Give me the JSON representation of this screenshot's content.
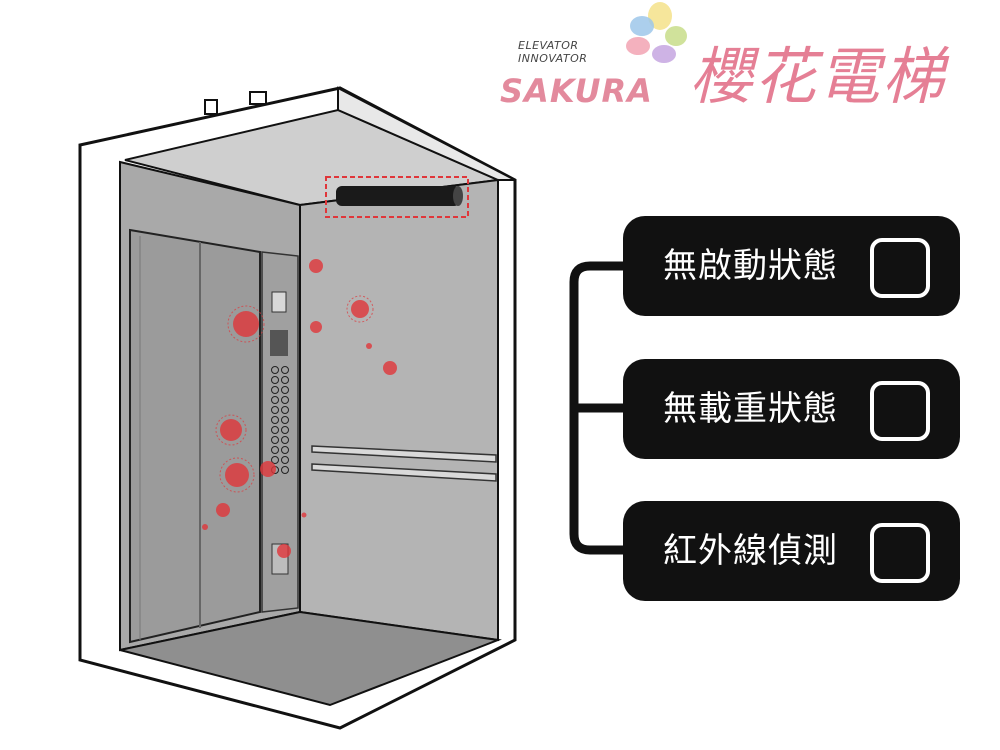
{
  "logo": {
    "line1": "ELEVATOR",
    "line2": "INNOVATOR",
    "brand": "SAKURA",
    "chinese_name": "櫻花電梯",
    "brand_color": "#e38a9d"
  },
  "illustration": {
    "subject": "elevator-cabin",
    "highlight_color": "#e0363a"
  },
  "status_panels": [
    {
      "label": "無啟動狀態",
      "icon": "checkbox-empty-icon"
    },
    {
      "label": "無載重狀態",
      "icon": "checkbox-empty-icon"
    },
    {
      "label": "紅外線偵測",
      "icon": "checkbox-empty-icon"
    }
  ]
}
